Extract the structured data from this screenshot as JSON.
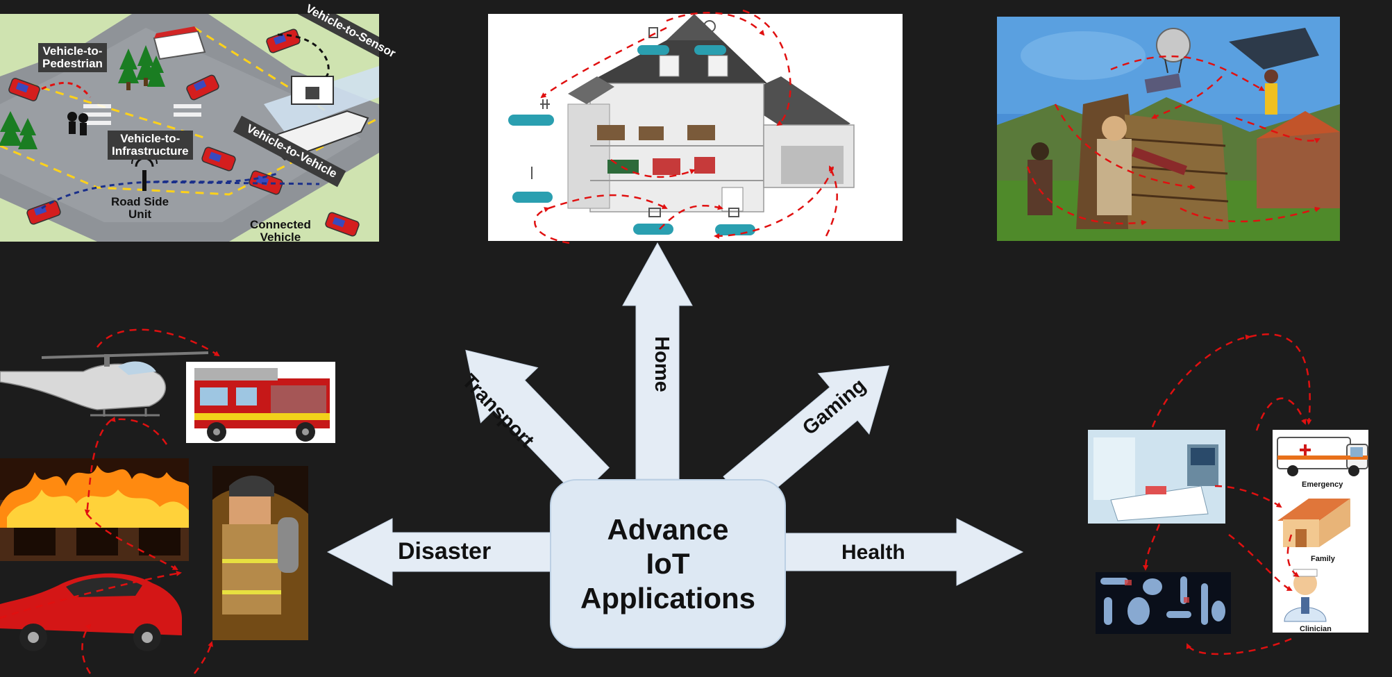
{
  "center": {
    "line1": "Advance",
    "line2": "IoT",
    "line3": "Applications"
  },
  "arrows": {
    "transport": "Transport",
    "home": "Home",
    "gaming": "Gaming",
    "disaster": "Disaster",
    "health": "Health"
  },
  "transport_panel": {
    "v2p": [
      "Vehicle-to-",
      "Pedestrian"
    ],
    "v2i": [
      "Vehicle-to-",
      "Infrastructure"
    ],
    "v2v": "Vehicle-to-Vehicle",
    "v2s": "Vehicle-to-Sensor",
    "rsu": [
      "Road Side",
      "Unit"
    ],
    "connected": [
      "Connected",
      "Vehicle"
    ]
  },
  "health_panel": {
    "emergency": "Emergency",
    "family": "Family",
    "clinician": "Clinician"
  },
  "colors": {
    "background": "#1c1c1c",
    "arrow_fill": "#e4ecf5",
    "center_fill": "#dde8f3",
    "link_dash": "#e01010"
  }
}
